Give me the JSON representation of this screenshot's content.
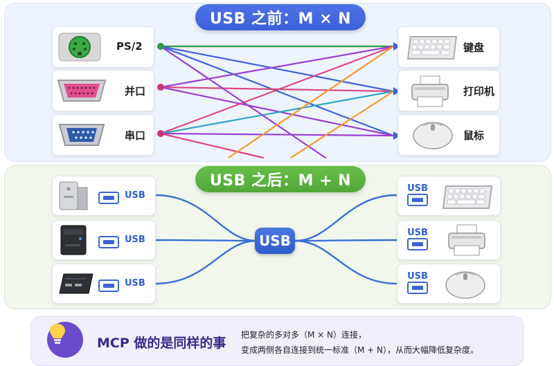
{
  "top": {
    "title": "USB 之前：M × N",
    "left_devices": [
      {
        "label": "PS/2",
        "icon": "ps2-port-icon",
        "dot": "#2e9b4a"
      },
      {
        "label": "并口",
        "icon": "parallel-port-icon",
        "dot": "#c8347a"
      },
      {
        "label": "串口",
        "icon": "serial-port-icon",
        "dot": "#c8347a"
      }
    ],
    "right_devices": [
      {
        "label": "键盘",
        "icon": "keyboard-icon"
      },
      {
        "label": "打印机",
        "icon": "printer-icon"
      },
      {
        "label": "鼠标",
        "icon": "mouse-icon"
      }
    ],
    "line_colors": [
      "#2f9b3e",
      "#3f63d9",
      "#9a3fd1",
      "#d9467f",
      "#f39a2c",
      "#2fa6c9"
    ]
  },
  "bottom": {
    "title": "USB 之后：M + N",
    "hub_label": "USB",
    "left_devices": [
      {
        "icon": "desktop-tower-icon",
        "usb": "USB"
      },
      {
        "icon": "pc-case-icon",
        "usb": "USB"
      },
      {
        "icon": "mini-pc-icon",
        "usb": "USB"
      }
    ],
    "right_devices": [
      {
        "icon": "keyboard-icon",
        "usb": "USB"
      },
      {
        "icon": "printer-icon",
        "usb": "USB"
      },
      {
        "icon": "mouse-icon",
        "usb": "USB"
      }
    ],
    "line_color": "#3a6fd6"
  },
  "footer": {
    "title": "MCP 做的是同样的事",
    "line1": "把复杂的多对多（M × N）连接，",
    "line2": "变成两侧各自连接到统一标准（M + N），从而大幅降低复杂度。"
  }
}
